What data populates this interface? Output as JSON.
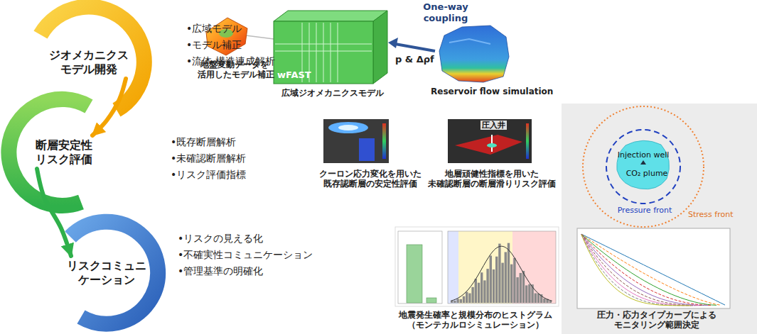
{
  "diagram": {
    "nodes": [
      {
        "text": [
          "ジオメカニクス モデル開発"
        ]
      },
      {
        "text": [
          "断層安定性 リスク評価"
        ]
      },
      {
        "text": [
          "リスクコミュニ ケーション"
        ]
      }
    ],
    "edges": [
      {
        "from": 0,
        "to": 1,
        "arrow": "to"
      },
      {
        "from": 1,
        "to": 2,
        "arrow": "to"
      }
    ],
    "labels": [
      "•広域モデル",
      "•モデル補正",
      "•流体-構造連成解析",
      "•既存断層解析",
      "•未確認断層解析",
      "•リスク評価指標",
      "•リスクの見える化",
      "•不確実性コミュニケーション",
      "•管理基準の明確化",
      "地盤変動データを 活用したモデル補正",
      "wFAST",
      "広域ジオメカニクスモデル",
      "One-way coupling",
      "p & Δρf",
      "Reservoir flow simulation",
      "クーロン応力変化を用いた 既存認断層の安定性評価",
      "圧入井",
      "地層頑健性指標を用いた 未確認断層の断層滑りリスク評価",
      "Injection well",
      "CO₂ plume",
      "Pressure front",
      "Stress front",
      "地震発生確率と規模分布のヒストグラム （モンテカルロシミュレーション）",
      "圧力・応力タイプカーブによる モニタリング範囲決定"
    ]
  }
}
